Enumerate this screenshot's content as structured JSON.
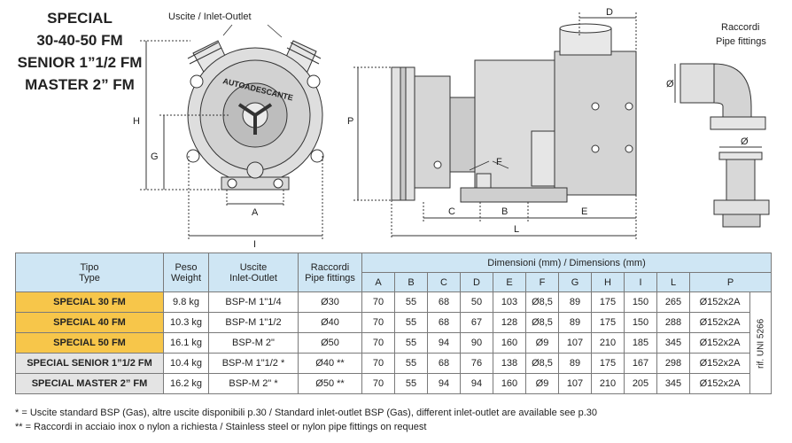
{
  "title_lines": [
    "SPECIAL",
    "30-40-50 FM",
    "SENIOR 1”1/2 FM",
    "MASTER 2” FM"
  ],
  "drawing_labels": {
    "inlet_outlet": "Uscite / Inlet-Outlet",
    "autoadescante": "AUTOADESCANTE",
    "fittings_it": "Raccordi",
    "fittings_en": "Pipe fittings",
    "dim_H": "H",
    "dim_G": "G",
    "dim_A": "A",
    "dim_I": "I",
    "dim_D": "D",
    "dim_P": "P",
    "dim_F": "F",
    "dim_C": "C",
    "dim_B": "B",
    "dim_E": "E",
    "dim_L": "L",
    "dim_diameter": "Ø"
  },
  "table": {
    "headers": {
      "tipo": "Tipo",
      "type": "Type",
      "peso": "Peso",
      "weight": "Weight",
      "uscite": "Uscite",
      "inlet_outlet": "Inlet-Outlet",
      "raccordi": "Raccordi",
      "pipe_fittings": "Pipe fittings",
      "dimensions": "Dimensioni (mm) / Dimensions (mm)",
      "dim_cols": [
        "A",
        "B",
        "C",
        "D",
        "E",
        "F",
        "G",
        "H",
        "I",
        "L",
        "P"
      ]
    },
    "rows": [
      {
        "name": "SPECIAL 30 FM",
        "weight": "9.8 kg",
        "outlet": "BSP-M 1\"1/4",
        "fitting": "Ø30",
        "dims": [
          "70",
          "55",
          "68",
          "50",
          "103",
          "Ø8,5",
          "89",
          "175",
          "150",
          "265",
          "Ø152x2A"
        ]
      },
      {
        "name": "SPECIAL 40 FM",
        "weight": "10.3 kg",
        "outlet": "BSP-M 1\"1/2",
        "fitting": "Ø40",
        "dims": [
          "70",
          "55",
          "68",
          "67",
          "128",
          "Ø8,5",
          "89",
          "175",
          "150",
          "288",
          "Ø152x2A"
        ]
      },
      {
        "name": "SPECIAL 50 FM",
        "weight": "16.1 kg",
        "outlet": "BSP-M 2\"",
        "fitting": "Ø50",
        "dims": [
          "70",
          "55",
          "94",
          "90",
          "160",
          "Ø9",
          "107",
          "210",
          "185",
          "345",
          "Ø152x2A"
        ]
      },
      {
        "name": "SPECIAL SENIOR 1”1/2 FM",
        "weight": "10.4 kg",
        "outlet": "BSP-M 1\"1/2 *",
        "fitting": "Ø40 **",
        "dims": [
          "70",
          "55",
          "68",
          "76",
          "138",
          "Ø8,5",
          "89",
          "175",
          "167",
          "298",
          "Ø152x2A"
        ]
      },
      {
        "name": "SPECIAL MASTER 2” FM",
        "weight": "16.2 kg",
        "outlet": "BSP-M 2\" *",
        "fitting": "Ø50 **",
        "dims": [
          "70",
          "55",
          "94",
          "94",
          "160",
          "Ø9",
          "107",
          "210",
          "205",
          "345",
          "Ø152x2A"
        ]
      }
    ],
    "side_note": "rif. UNI 5266"
  },
  "footnotes": [
    "* = Uscite standard BSP (Gas), altre uscite disponibili p.30 / Standard inlet-outlet BSP (Gas), different inlet-outlet are available see p.30",
    "** = Raccordi in acciaio inox o nylon a richiesta / Stainless steel or nylon pipe fittings on request"
  ]
}
